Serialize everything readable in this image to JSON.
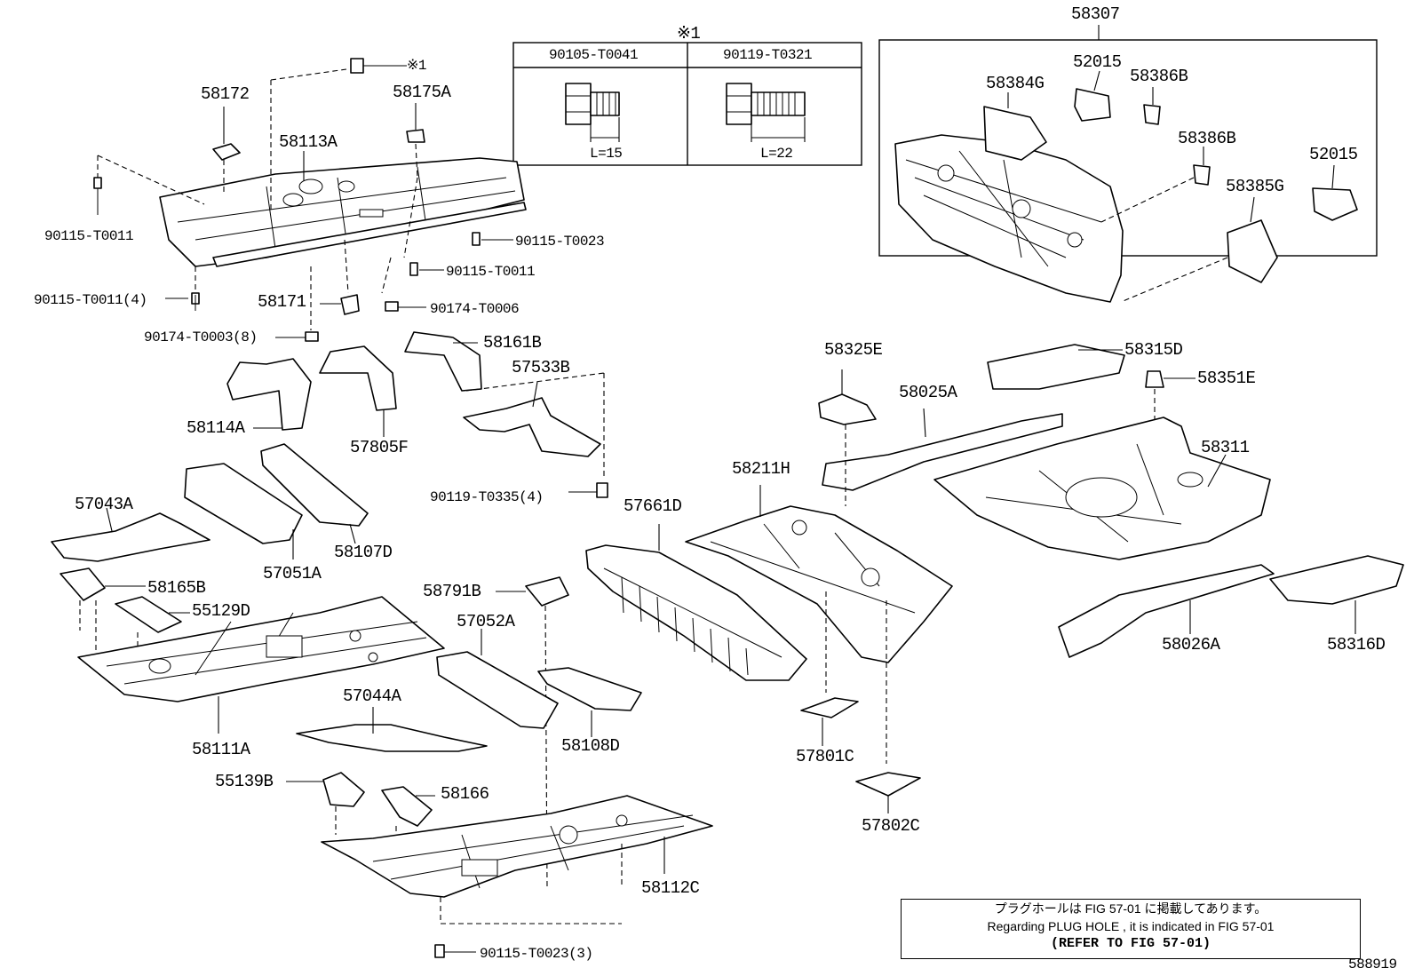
{
  "labels": {
    "p58307": "58307",
    "sym_note": "※1",
    "p90105": "90105-T0041",
    "p90119a": "90119-T0321",
    "len15": "L=15",
    "len22": "L=22",
    "sym1": "※1",
    "p58172": "58172",
    "p58175a": "58175A",
    "p58113a": "58113A",
    "p90115_t0011": "90115-T0011",
    "p90115_t0023": "90115-T0023",
    "p90115_t0011b": "90115-T0011",
    "p90115_t0011_4": "90115-T0011(4)",
    "p58171": "58171",
    "p90174_t0006": "90174-T0006",
    "p90174_t0003_8": "90174-T0003(8)",
    "p58161b": "58161B",
    "p57533b": "57533B",
    "p58114a": "58114A",
    "p57805f": "57805F",
    "p90119_t0335_4": "90119-T0335(4)",
    "p57043a": "57043A",
    "p58107d": "58107D",
    "p57051a": "57051A",
    "p58165b": "58165B",
    "p55129d": "55129D",
    "p58111a": "58111A",
    "p58791b": "58791B",
    "p57052a": "57052A",
    "p57661d": "57661D",
    "p57044a": "57044A",
    "p58108d": "58108D",
    "p55139b": "55139B",
    "p58166": "58166",
    "p58112c": "58112C",
    "p90115_t0023_3": "90115-T0023(3)",
    "p58211h": "58211H",
    "p57801c": "57801C",
    "p57802c": "57802C",
    "p58325e": "58325E",
    "p58025a": "58025A",
    "p58315d": "58315D",
    "p58351e": "58351E",
    "p58311": "58311",
    "p58026a": "58026A",
    "p58316d": "58316D",
    "p58384g": "58384G",
    "p52015a": "52015",
    "p58386b_a": "58386B",
    "p58386b_b": "58386B",
    "p52015b": "52015",
    "p58385g": "58385G"
  },
  "note": {
    "line1": "プラグホールは FIG 57-01 に掲載してあります。",
    "line2": "Regarding PLUG HOLE , it is indicated in FIG 57-01",
    "line3": "(REFER TO FIG 57-01)"
  },
  "figure_number": "588919"
}
